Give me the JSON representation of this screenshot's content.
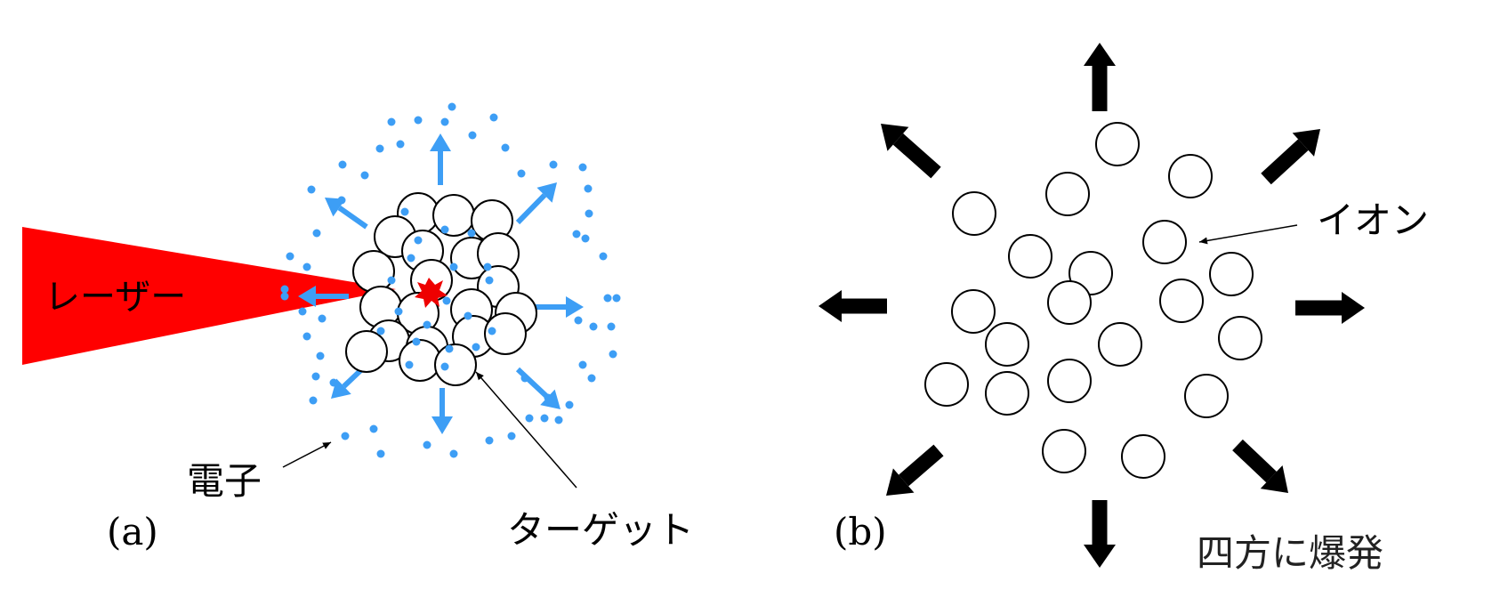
{
  "panel_a": {
    "label": "(a)",
    "laser_label": "レーザー",
    "electron_label": "電子",
    "target_label": "ターゲット"
  },
  "panel_b": {
    "label": "(b)",
    "ion_label": "イオン",
    "explosion_label": "四方に爆発"
  },
  "colors": {
    "laser": "#ff0000",
    "electron": "#3d9ef5",
    "ion_outline": "#000000",
    "arrow_b": "#000000",
    "hotspot": "#ee0000"
  }
}
